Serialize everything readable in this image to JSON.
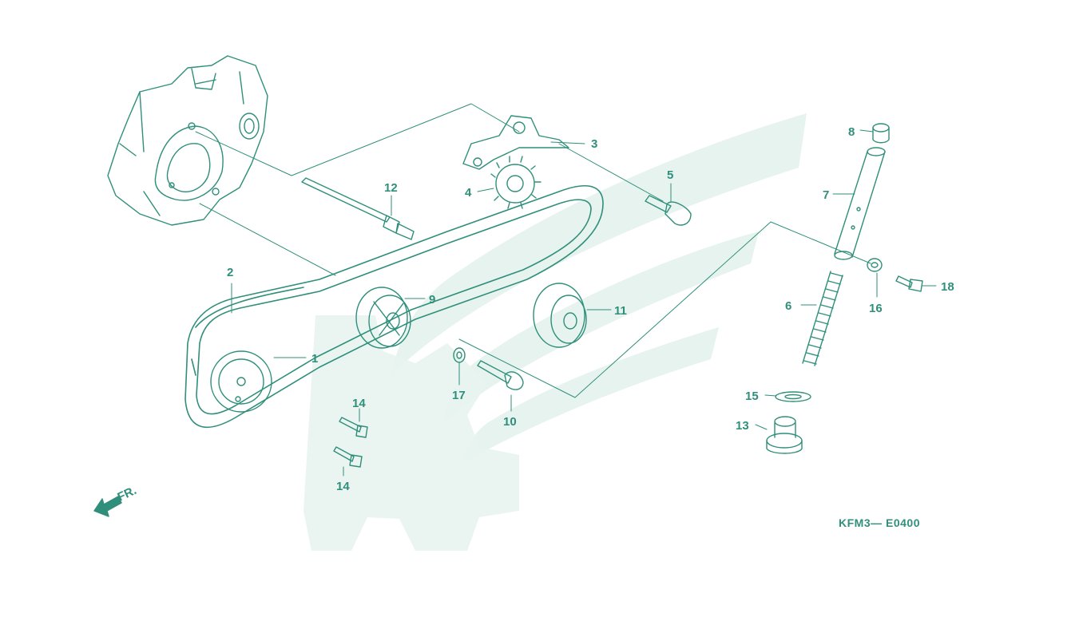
{
  "diagram": {
    "code": "KFM3— E0400",
    "direction_label": "FR.",
    "callouts": [
      "1",
      "2",
      "3",
      "4",
      "5",
      "6",
      "7",
      "8",
      "9",
      "10",
      "11",
      "12",
      "13",
      "14",
      "14",
      "15",
      "16",
      "17",
      "18"
    ]
  },
  "colors": {
    "line": "#2f8f7a",
    "watermark": "#e6f3ee"
  }
}
